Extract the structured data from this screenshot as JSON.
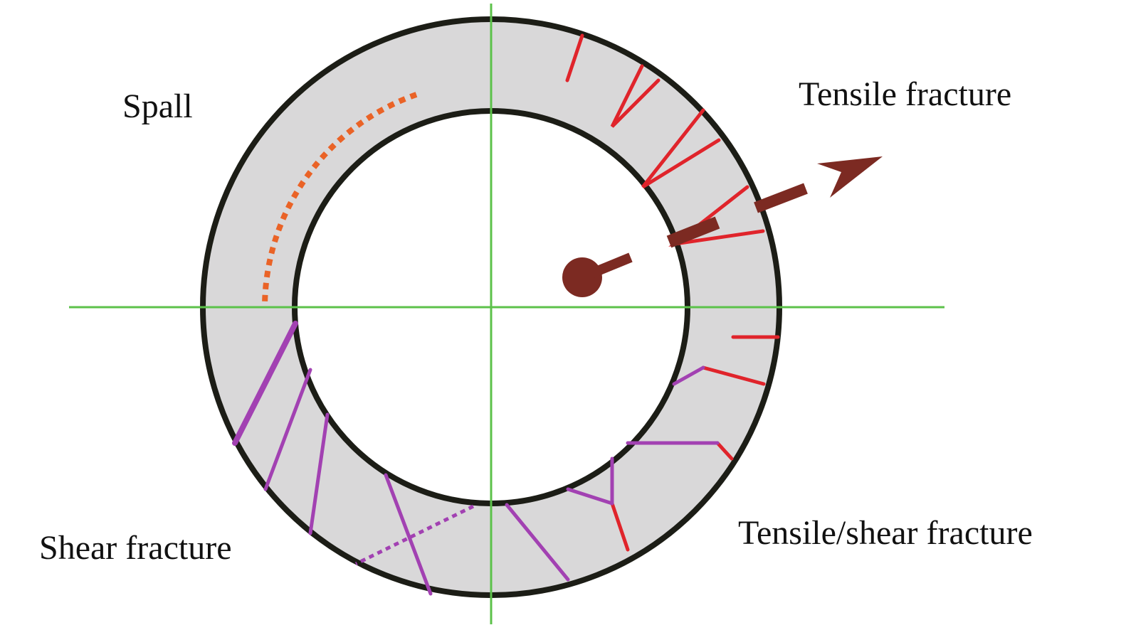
{
  "labels": {
    "spall": "Spall",
    "tensile": "Tensile fracture",
    "shear": "Shear fracture",
    "tensile_shear": "Tensile/shear fracture"
  },
  "colors": {
    "ring_fill": "#d9d8d9",
    "ring_stroke": "#1c1d16",
    "axis": "#5cc24a",
    "tensile": "#e0242b",
    "shear": "#a241b2",
    "spall": "#ea6327",
    "arrow": "#7c2a22"
  }
}
